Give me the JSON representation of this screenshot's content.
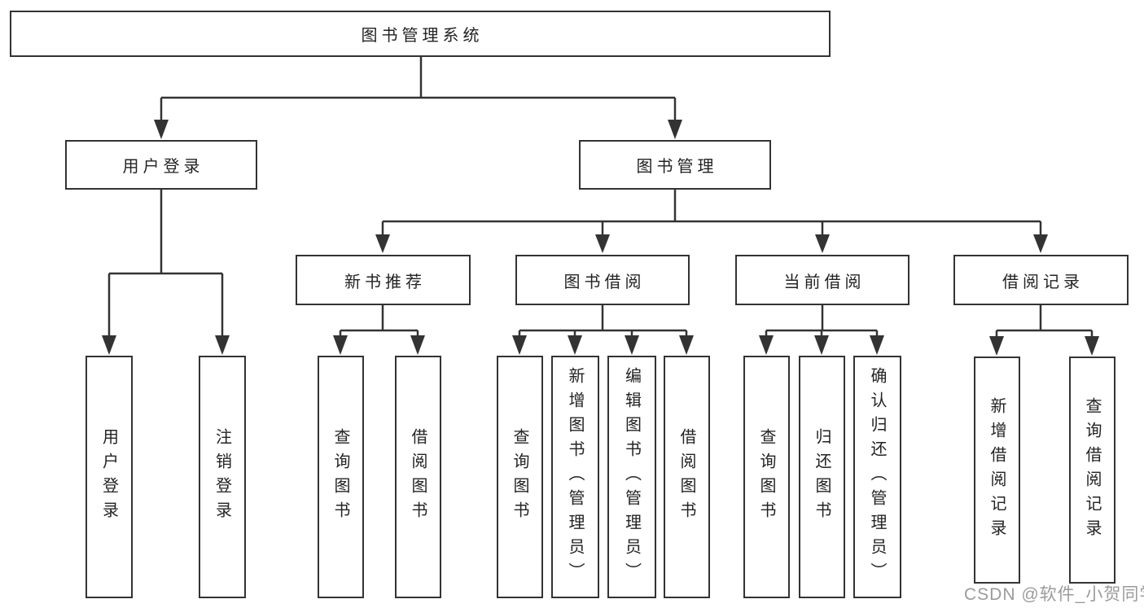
{
  "diagram_type": "functional-structure-tree",
  "colors": {
    "background": "#ffffff",
    "line": "#333333",
    "box_border": "#333333",
    "text": "#232323",
    "watermark": "#9b9b9b"
  },
  "nodes": {
    "root": {
      "label": "图书管理系统"
    },
    "user_login": {
      "label": "用户登录"
    },
    "book_management": {
      "label": "图书管理"
    },
    "new_book_recommend": {
      "label": "新书推荐"
    },
    "book_borrowing": {
      "label": "图书借阅"
    },
    "current_borrowing": {
      "label": "当前借阅"
    },
    "borrow_records": {
      "label": "借阅记录"
    },
    "leaf_user_login": {
      "label": "用户登录"
    },
    "leaf_logout": {
      "label": "注销登录"
    },
    "leaf_nb_query_books": {
      "label": "查询图书"
    },
    "leaf_nb_borrow_books": {
      "label": "借阅图书"
    },
    "leaf_bb_query_books": {
      "label": "查询图书"
    },
    "leaf_bb_add_books": {
      "label": "新增图书（管理员）"
    },
    "leaf_bb_edit_books": {
      "label": "编辑图书（管理员）"
    },
    "leaf_bb_borrow_books": {
      "label": "借阅图书"
    },
    "leaf_cb_query_books": {
      "label": "查询图书"
    },
    "leaf_cb_return_books": {
      "label": "归还图书"
    },
    "leaf_cb_confirm_return": {
      "label": "确认归还（管理员）"
    },
    "leaf_rec_add_record": {
      "label": "新增借阅记录"
    },
    "leaf_rec_query_record": {
      "label": "查询借阅记录"
    }
  },
  "hierarchy": {
    "图书管理系统": {
      "用户登录": [
        "用户登录",
        "注销登录"
      ],
      "图书管理": {
        "新书推荐": [
          "查询图书",
          "借阅图书"
        ],
        "图书借阅": [
          "查询图书",
          "新增图书（管理员）",
          "编辑图书（管理员）",
          "借阅图书"
        ],
        "当前借阅": [
          "查询图书",
          "归还图书",
          "确认归还（管理员）"
        ],
        "借阅记录": [
          "新增借阅记录",
          "查询借阅记录"
        ]
      }
    }
  },
  "watermark": {
    "label": "CSDN @软件_小贺同学"
  }
}
